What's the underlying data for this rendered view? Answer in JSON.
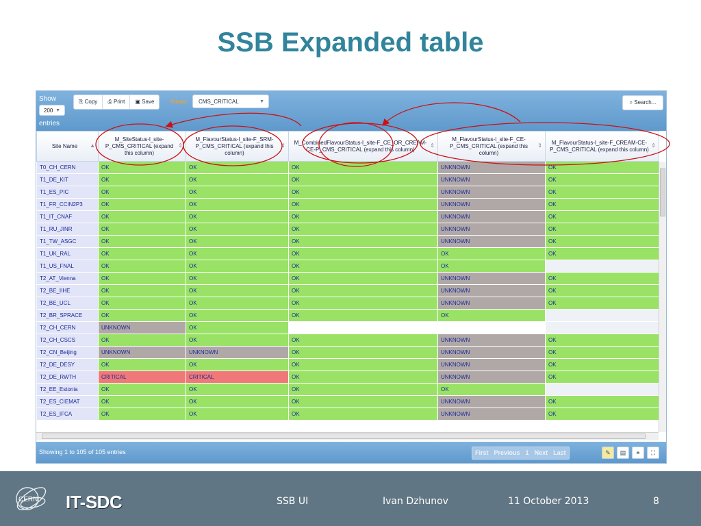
{
  "slide": {
    "title": "SSB Expanded table"
  },
  "toolbar": {
    "show_label": "Show",
    "page_length": "200",
    "entries_label": "entries",
    "copy_label": "Copy",
    "print_label": "Print",
    "save_label": "Save",
    "views_label": "Views:",
    "view_value": "CMS_CRITICAL",
    "search_label": "Search..."
  },
  "table": {
    "columns": [
      "Site Name",
      "M_SiteStatus-l_site-P_CMS_CRITICAL (expand this column)",
      "M_FlavourStatus-l_site-F_SRM-P_CMS_CRITICAL (expand this column)",
      "M_CombinedFlavourStatus-l_site-F_CE_OR_CREAM-CE-P_CMS_CRITICAL (expand this column)",
      "M_FlavourStatus-l_site-F_CE-P_CMS_CRITICAL (expand this column)",
      "M_FlavourStatus-l_site-F_CREAM-CE-P_CMS_CRITICAL (expand this column)"
    ],
    "rows": [
      [
        "T0_CH_CERN",
        "OK",
        "OK",
        "OK",
        "UNKNOWN",
        "OK"
      ],
      [
        "T1_DE_KIT",
        "OK",
        "OK",
        "OK",
        "UNKNOWN",
        "OK"
      ],
      [
        "T1_ES_PIC",
        "OK",
        "OK",
        "OK",
        "UNKNOWN",
        "OK"
      ],
      [
        "T1_FR_CCIN2P3",
        "OK",
        "OK",
        "OK",
        "UNKNOWN",
        "OK"
      ],
      [
        "T1_IT_CNAF",
        "OK",
        "OK",
        "OK",
        "UNKNOWN",
        "OK"
      ],
      [
        "T1_RU_JINR",
        "OK",
        "OK",
        "OK",
        "UNKNOWN",
        "OK"
      ],
      [
        "T1_TW_ASGC",
        "OK",
        "OK",
        "OK",
        "UNKNOWN",
        "OK"
      ],
      [
        "T1_UK_RAL",
        "OK",
        "OK",
        "OK",
        "OK",
        "OK"
      ],
      [
        "T1_US_FNAL",
        "OK",
        "OK",
        "OK",
        "OK",
        ""
      ],
      [
        "T2_AT_Vienna",
        "OK",
        "OK",
        "OK",
        "UNKNOWN",
        "OK"
      ],
      [
        "T2_BE_IIHE",
        "OK",
        "OK",
        "OK",
        "UNKNOWN",
        "OK"
      ],
      [
        "T2_BE_UCL",
        "OK",
        "OK",
        "OK",
        "UNKNOWN",
        "OK"
      ],
      [
        "T2_BR_SPRACE",
        "OK",
        "OK",
        "OK",
        "OK",
        ""
      ],
      [
        "T2_CH_CERN",
        "UNKNOWN",
        "OK",
        "",
        "",
        ""
      ],
      [
        "T2_CH_CSCS",
        "OK",
        "OK",
        "OK",
        "UNKNOWN",
        "OK"
      ],
      [
        "T2_CN_Beijing",
        "UNKNOWN",
        "UNKNOWN",
        "OK",
        "UNKNOWN",
        "OK"
      ],
      [
        "T2_DE_DESY",
        "OK",
        "OK",
        "OK",
        "UNKNOWN",
        "OK"
      ],
      [
        "T2_DE_RWTH",
        "CRITICAL",
        "CRITICAL",
        "OK",
        "UNKNOWN",
        "OK"
      ],
      [
        "T2_EE_Estonia",
        "OK",
        "OK",
        "OK",
        "OK",
        ""
      ],
      [
        "T2_ES_CIEMAT",
        "OK",
        "OK",
        "OK",
        "UNKNOWN",
        "OK"
      ],
      [
        "T2_ES_IFCA",
        "OK",
        "OK",
        "OK",
        "UNKNOWN",
        "OK"
      ]
    ]
  },
  "footer": {
    "info": "Showing 1 to 105 of 105 entries",
    "first": "First",
    "previous": "Previous",
    "page": "1",
    "next": "Next",
    "last": "Last"
  },
  "colors": {
    "ok": "#99e266",
    "unknown": "#b0a8a6",
    "critical": "#f07878",
    "title": "#31849b",
    "annotation": "#cc1111"
  },
  "bottom_bar": {
    "logo_text": "CERN",
    "brand": "IT-SDC",
    "product": "SSB UI",
    "author": "Ivan Dzhunov",
    "date": "11 October 2013",
    "page_number": "8"
  }
}
